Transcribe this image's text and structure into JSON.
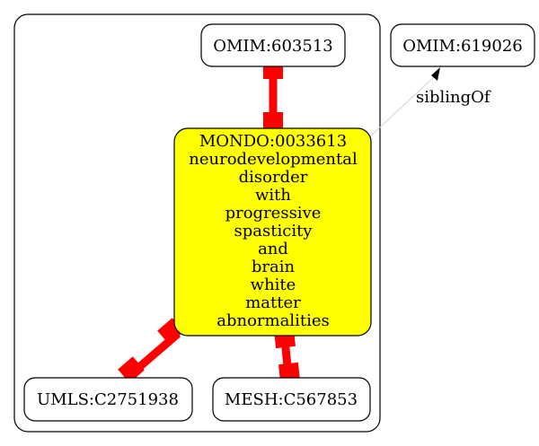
{
  "colors": {
    "background": "#ffffff",
    "stroke": "#000000",
    "highlight_fill": "#ffff00",
    "edge_strong": "#ff0000",
    "edge_faint": "#d3d3d3"
  },
  "diagram": {
    "nodes": {
      "omim_603513": {
        "label": "OMIM:603513"
      },
      "omim_619026": {
        "label": "OMIM:619026"
      },
      "mondo": {
        "id": "MONDO:0033613",
        "lines": [
          "neurodevelopmental",
          "disorder",
          "with",
          "progressive",
          "spasticity",
          "and",
          "brain",
          "white",
          "matter",
          "abnormalities"
        ]
      },
      "umls": {
        "label": "UMLS:C2751938"
      },
      "mesh": {
        "label": "MESH:C567853"
      }
    },
    "edges": {
      "sibling": {
        "label": "siblingOf"
      }
    }
  }
}
